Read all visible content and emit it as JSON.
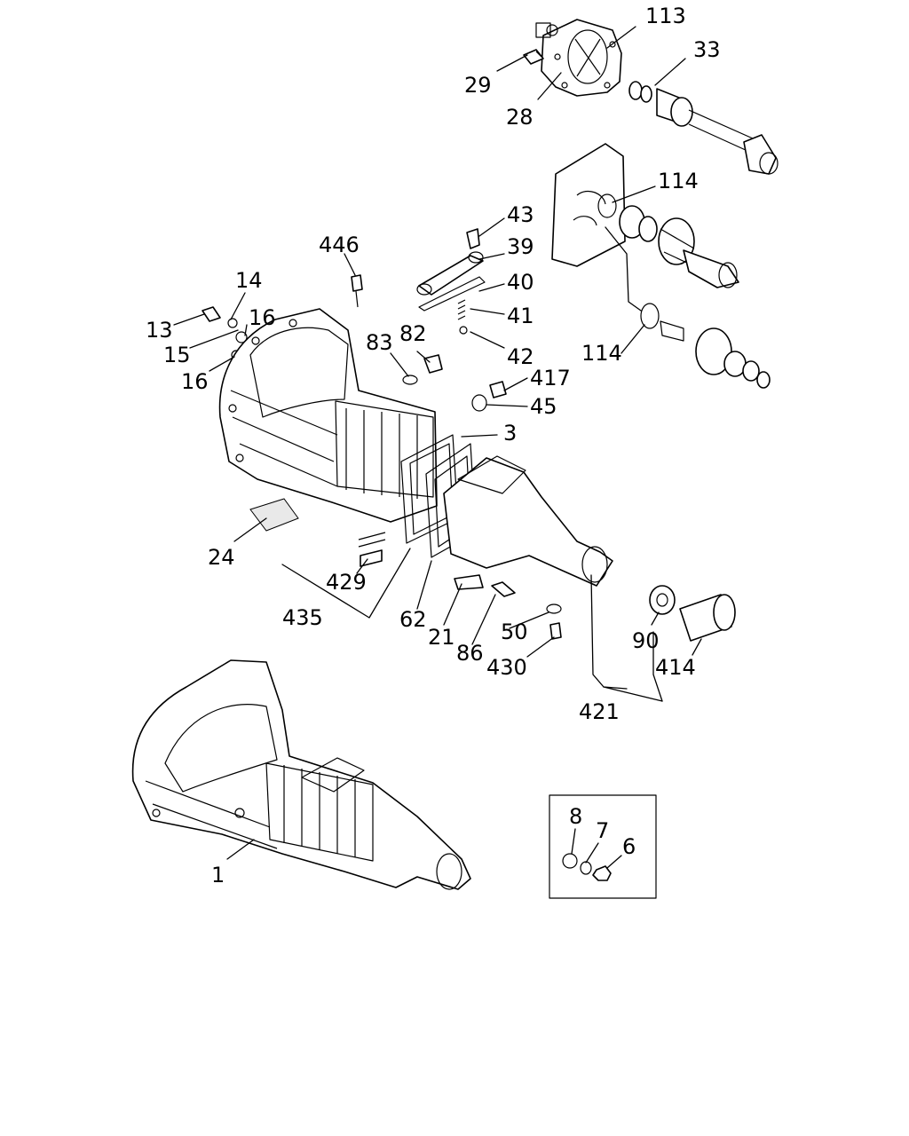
{
  "callouts": {
    "c113": "113",
    "c33": "33",
    "c29": "29",
    "c28": "28",
    "c114a": "114",
    "c114b": "114",
    "c43": "43",
    "c39": "39",
    "c40": "40",
    "c41": "41",
    "c42": "42",
    "c446": "446",
    "c14": "14",
    "c13": "13",
    "c16a": "16",
    "c15": "15",
    "c16b": "16",
    "c83": "83",
    "c82": "82",
    "c417": "417",
    "c45": "45",
    "c3": "3",
    "c24": "24",
    "c429": "429",
    "c435": "435",
    "c62": "62",
    "c21": "21",
    "c86": "86",
    "c50": "50",
    "c430": "430",
    "c90": "90",
    "c414": "414",
    "c421": "421",
    "c1": "1",
    "c8": "8",
    "c7": "7",
    "c6": "6"
  }
}
